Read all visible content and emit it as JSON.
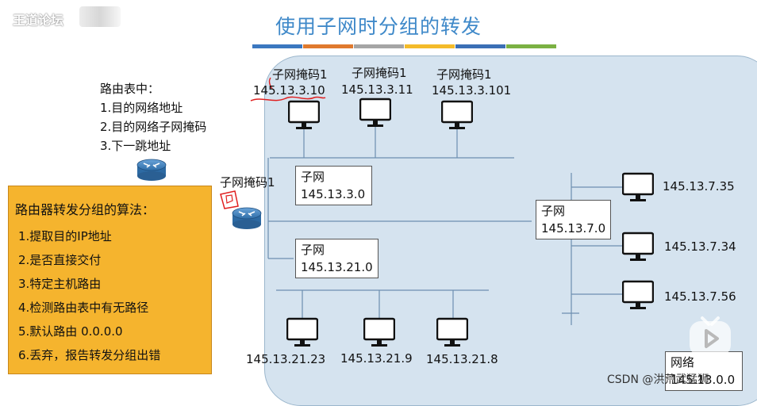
{
  "logo_text": "王道论坛",
  "title": "使用子网时分组的转发",
  "title_bar_colors": [
    "#3b78c0",
    "#e07a2e",
    "#a5a5a5",
    "#f4bb2a",
    "#3b6fb5",
    "#7bb143"
  ],
  "routing_table_note": {
    "heading": "路由表中：",
    "items": [
      "1.目的网络地址",
      "2.目的网络子网掩码",
      "3.下一跳地址"
    ]
  },
  "algorithm": {
    "title": "路由器转发分组的算法：",
    "items": [
      "1.提取目的IP地址",
      "2.是否直接交付",
      "3.特定主机路由",
      "4.检测路由表中有无路径",
      "5.默认路由 0.0.0.0",
      "6.丢弃，报告转发分组出错"
    ]
  },
  "router_mask_label": "子网掩码1",
  "top_hosts": [
    {
      "mask": "子网掩码1",
      "ip": "145.13.3.10"
    },
    {
      "mask": "子网掩码1",
      "ip": "145.13.3.11"
    },
    {
      "mask": "子网掩码1",
      "ip": "145.13.3.101"
    }
  ],
  "subnets": [
    {
      "name": "子网",
      "addr": "145.13.3.0"
    },
    {
      "name": "子网",
      "addr": "145.13.21.0"
    },
    {
      "name": "子网",
      "addr": "145.13.7.0"
    }
  ],
  "right_hosts": [
    "145.13.7.35",
    "145.13.7.34",
    "145.13.7.56"
  ],
  "bottom_hosts": [
    "145.13.21.23",
    "145.13.21.9",
    "145.13.21.8"
  ],
  "network_box": {
    "name": "网络",
    "addr": "145.13.0.0"
  },
  "watermark": "CSDN @洪荒武猛狮",
  "colors": {
    "network_bg": "#d5e3ef",
    "algorithm_bg": "#f5b42e",
    "title": "#3f89c9",
    "annotation_red": "#e02020"
  }
}
